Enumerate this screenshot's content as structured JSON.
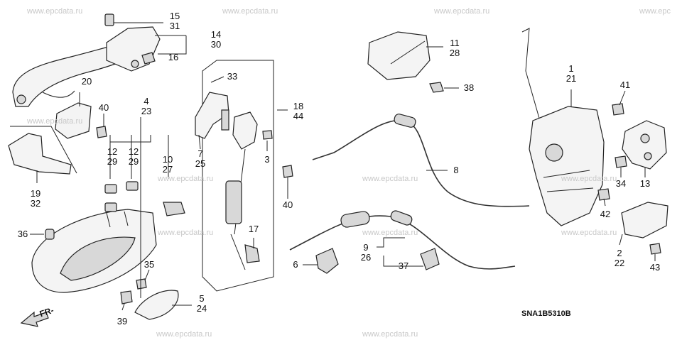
{
  "watermarks": [
    "www.epcdata.ru",
    "www.epcdata.ru",
    "www.epcdata.ru",
    "www.epcdata.ru",
    "www.epc",
    "www.epcdata.ru",
    "www.epcdata.ru",
    "www.epcdata.ru",
    "www.epcdata.ru",
    "www.epcdata.ru",
    "www.epcdata.ru",
    "www.epcdata.ru",
    "www.epcdata.ru"
  ],
  "callouts": [
    {
      "id": "c-15-31",
      "a": "15",
      "b": "31"
    },
    {
      "id": "c-14-30",
      "a": "14",
      "b": "30"
    },
    {
      "id": "c-16",
      "a": "16"
    },
    {
      "id": "c-20",
      "a": "20"
    },
    {
      "id": "c-40a",
      "a": "40"
    },
    {
      "id": "c-4-23",
      "a": "4",
      "b": "23"
    },
    {
      "id": "c-12-29a",
      "a": "12",
      "b": "29"
    },
    {
      "id": "c-12-29b",
      "a": "12",
      "b": "29"
    },
    {
      "id": "c-10-27",
      "a": "10",
      "b": "27"
    },
    {
      "id": "c-19-32",
      "a": "19",
      "b": "32"
    },
    {
      "id": "c-36",
      "a": "36"
    },
    {
      "id": "c-35",
      "a": "35"
    },
    {
      "id": "c-39",
      "a": "39"
    },
    {
      "id": "c-5-24",
      "a": "5",
      "b": "24"
    },
    {
      "id": "c-33",
      "a": "33"
    },
    {
      "id": "c-18-44",
      "a": "18",
      "b": "44"
    },
    {
      "id": "c-7-25",
      "a": "7",
      "b": "25"
    },
    {
      "id": "c-3",
      "a": "3"
    },
    {
      "id": "c-40b",
      "a": "40"
    },
    {
      "id": "c-17",
      "a": "17"
    },
    {
      "id": "c-11-28",
      "a": "11",
      "b": "28"
    },
    {
      "id": "c-38",
      "a": "38"
    },
    {
      "id": "c-8",
      "a": "8"
    },
    {
      "id": "c-9-26",
      "a": "9",
      "b": "26"
    },
    {
      "id": "c-6",
      "a": "6"
    },
    {
      "id": "c-37",
      "a": "37"
    },
    {
      "id": "c-1-21",
      "a": "1",
      "b": "21"
    },
    {
      "id": "c-41",
      "a": "41"
    },
    {
      "id": "c-34",
      "a": "34"
    },
    {
      "id": "c-13",
      "a": "13"
    },
    {
      "id": "c-42",
      "a": "42"
    },
    {
      "id": "c-2-22",
      "a": "2",
      "b": "22"
    },
    {
      "id": "c-43",
      "a": "43"
    }
  ],
  "direction_label": "FR-",
  "diagram_code": "SNA1B5310B"
}
